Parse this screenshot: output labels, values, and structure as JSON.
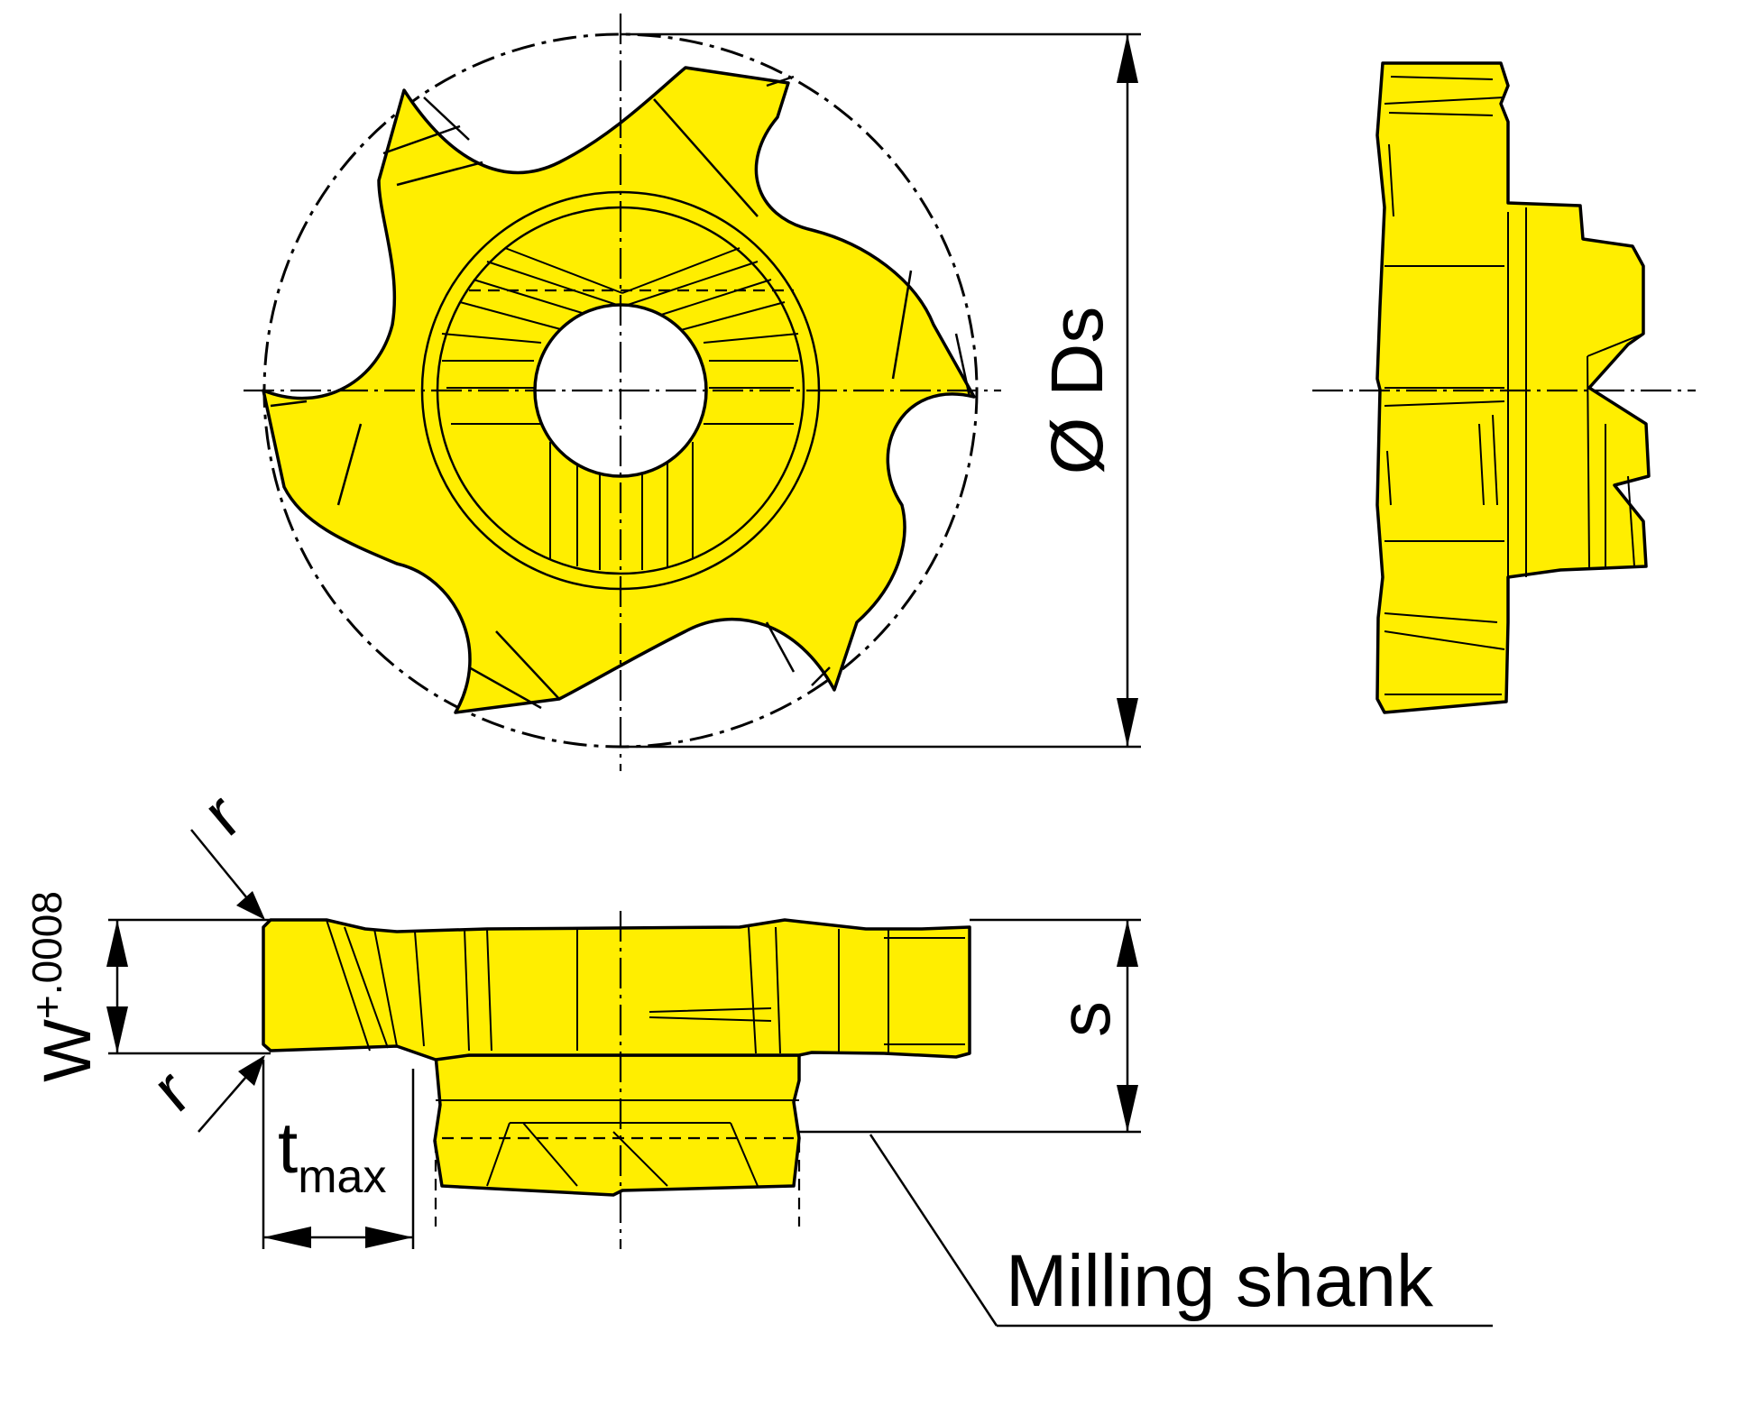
{
  "labels": {
    "diameter": "Ø Ds",
    "radius_top": "r",
    "radius_bottom": "r",
    "width_symbol": "W",
    "width_tolerance": "+.0008",
    "thickness": "s",
    "depth_symbol": "t",
    "depth_subscript": "max",
    "callout": "Milling shank"
  },
  "colors": {
    "insert_fill": "#ffee00",
    "line": "#000000",
    "background": "#ffffff"
  }
}
